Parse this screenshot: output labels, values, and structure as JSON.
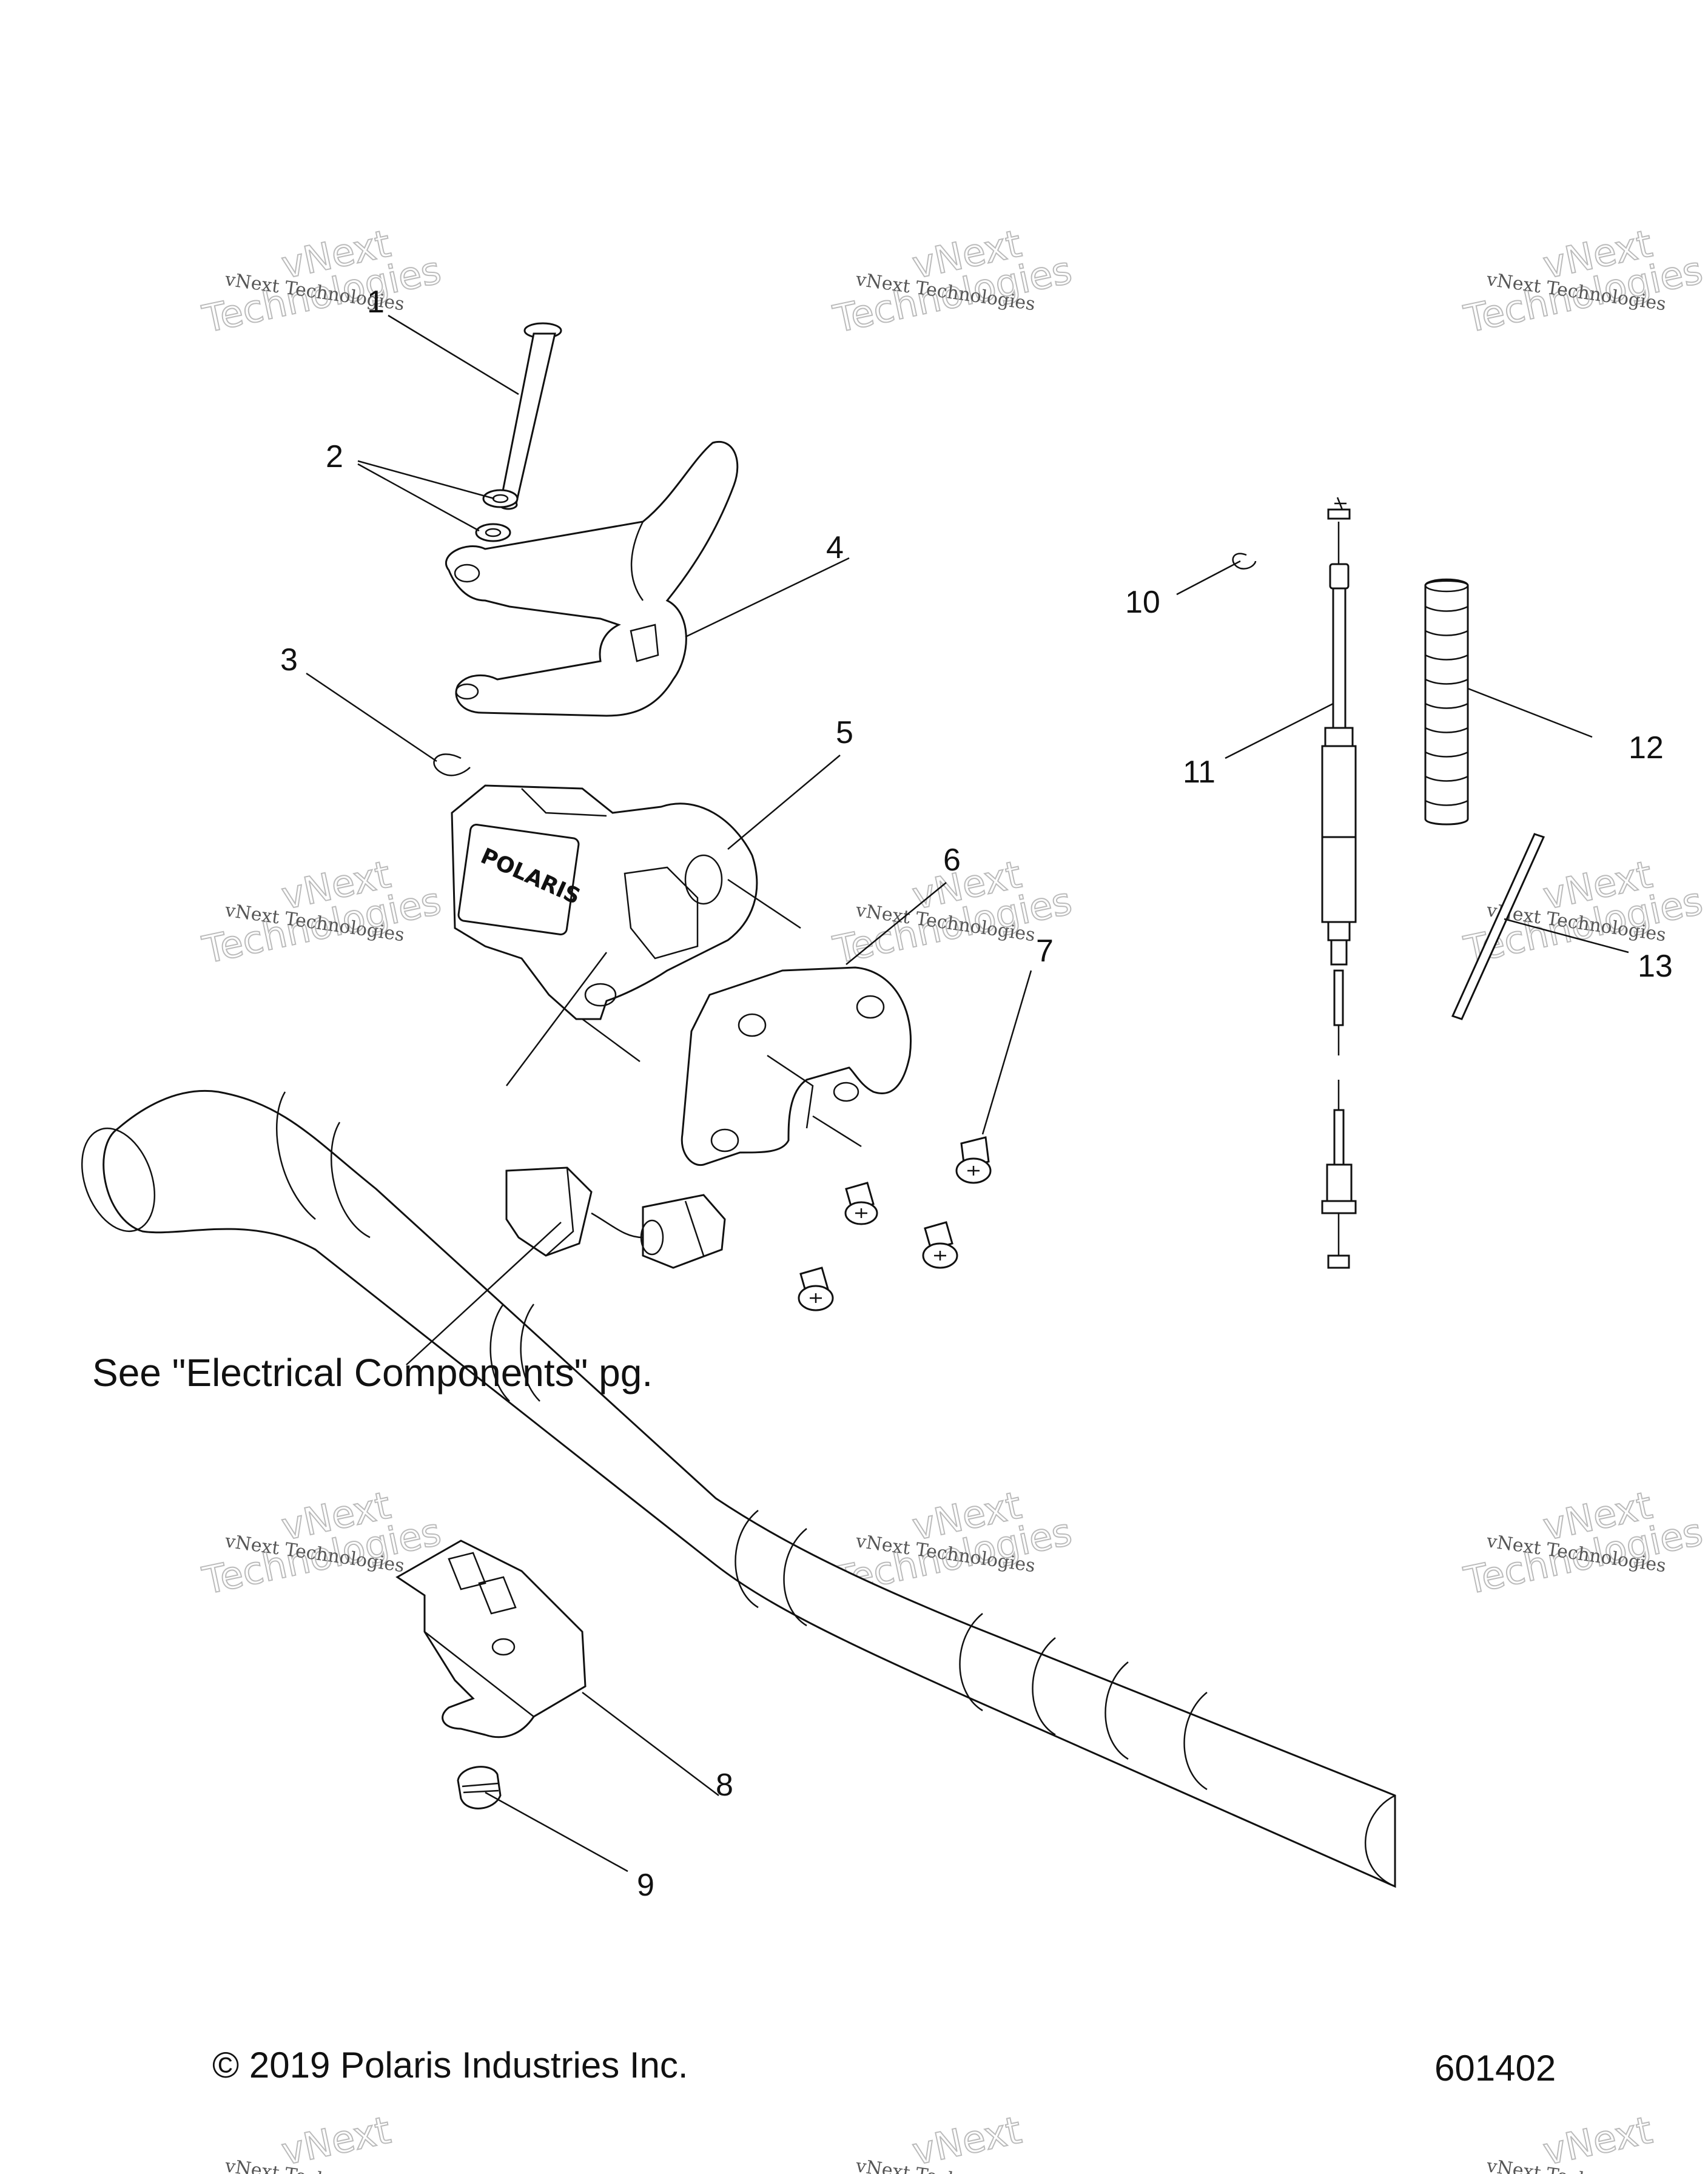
{
  "callouts": [
    {
      "id": "1",
      "label": "1"
    },
    {
      "id": "2",
      "label": "2"
    },
    {
      "id": "3",
      "label": "3"
    },
    {
      "id": "4",
      "label": "4"
    },
    {
      "id": "5",
      "label": "5"
    },
    {
      "id": "6",
      "label": "6"
    },
    {
      "id": "7",
      "label": "7"
    },
    {
      "id": "8",
      "label": "8"
    },
    {
      "id": "9",
      "label": "9"
    },
    {
      "id": "10",
      "label": "10"
    },
    {
      "id": "11",
      "label": "11"
    },
    {
      "id": "12",
      "label": "12"
    },
    {
      "id": "13",
      "label": "13"
    }
  ],
  "note": "See \"Electrical Components\" pg.",
  "copyright": "© 2019 Polaris Industries Inc.",
  "diagram_number": "601402",
  "housing_logo": "POLARIS",
  "watermark": {
    "line1": "vNext Technologies",
    "line2": "vNext",
    "line3": "Technologies"
  }
}
